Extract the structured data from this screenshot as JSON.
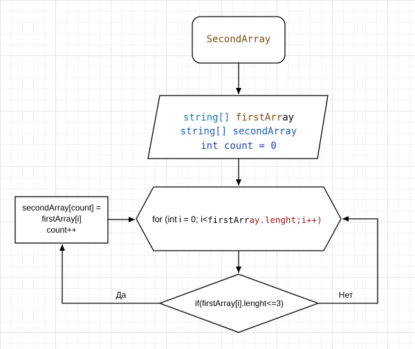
{
  "start": {
    "label": "SecondArray",
    "color": "#7a4e19"
  },
  "io_block": {
    "line1": [
      {
        "text": "string[] ",
        "color": "#1f7aa0"
      },
      {
        "text": "firstArr",
        "color": "#7a4e19"
      },
      {
        "text": "ay",
        "color": "#000000"
      }
    ],
    "line2": [
      {
        "text": "string[] secondArray",
        "color": "#1f5fae"
      }
    ],
    "line3": [
      {
        "text": "int count = 0",
        "color": "#1f3fae"
      }
    ]
  },
  "loop": {
    "parts": [
      {
        "text": "for (int i = 0; i<",
        "color": "#000000",
        "font": "sans"
      },
      {
        "text": "firstArr",
        "color": "#000000",
        "font": "mono"
      },
      {
        "text": "ay.lenght;i++)",
        "color": "#a31515",
        "font": "mono"
      }
    ]
  },
  "process": {
    "lines": [
      "secondArray[count] =",
      "firstArray[i]",
      "count++"
    ]
  },
  "decision": {
    "label": "if(firstArray[i].lenght<=3)",
    "yes": "Да",
    "no": "Нет"
  },
  "colors": {
    "stroke": "#000000",
    "fill": "#ffffff"
  }
}
